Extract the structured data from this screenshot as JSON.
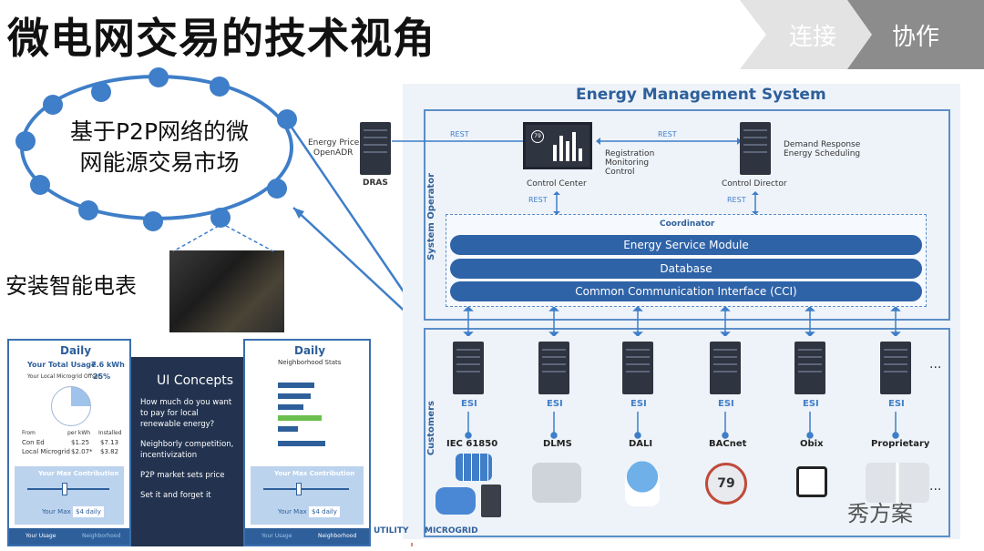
{
  "title": "微电网交易的技术视角",
  "nav": {
    "step1": "连接",
    "step2": "协作"
  },
  "p2p_text_line1": "基于P2P网络的微",
  "p2p_text_line2": "网能源交易市场",
  "meter_label": "安装智能电表",
  "ems": {
    "title": "Energy Management System",
    "system_operator": "System Operator",
    "customers": "Customers",
    "dras": "DRAS",
    "dras_notes": [
      "Energy Price",
      "OpenADR"
    ],
    "rest": "REST",
    "control_center": "Control Center",
    "cc_notes": [
      "Registration",
      "Monitoring",
      "Control"
    ],
    "control_director": "Control Director",
    "cd_notes": [
      "Demand Response",
      "Energy Scheduling"
    ],
    "monitor_badge": "79",
    "coordinator": "Coordinator",
    "bars": [
      "Energy Service Module",
      "Database",
      "Common Communication Interface (CCI)"
    ],
    "esi": "ESI",
    "protocols": [
      "IEC 61850",
      "DLMS",
      "DALI",
      "BACnet",
      "Obix",
      "Proprietary"
    ],
    "ellipsis": "...",
    "utility": "UTILITY",
    "microgrid": "MICROGRID",
    "thermostat": "79"
  },
  "ui": {
    "left": {
      "title": "Daily",
      "usage_label": "Your Total Usage",
      "usage_value": "7.6 kWh",
      "offset_label": "Your Local Microgrid Offset",
      "offset_value": "25%",
      "col1": "From",
      "col2": "per kWh",
      "col3": "Installed",
      "row1": [
        "Con Ed",
        "$1.25",
        "$7.13"
      ],
      "row2": [
        "Local Microgrid",
        "$2.07*",
        "$3.82"
      ],
      "contrib": "Your Max Contribution",
      "max_label": "Your Max",
      "max_value": "$4 daily",
      "tab1": "Your Usage",
      "tab2": "Neighborhood"
    },
    "mid": {
      "title": "UI Concepts",
      "lines": [
        "How much do you want to pay for local renewable energy?",
        "Neighborly competition, incentivization",
        "P2P market sets price",
        "Set it and forget it"
      ]
    },
    "right": {
      "title": "Daily",
      "subtitle": "Neighborhood Stats",
      "contrib": "Your Max Contribution",
      "max_label": "Your Max",
      "max_value": "$4 daily",
      "tab1": "Your Usage",
      "tab2": "Neighborhood"
    }
  },
  "watermark": "秀方案"
}
